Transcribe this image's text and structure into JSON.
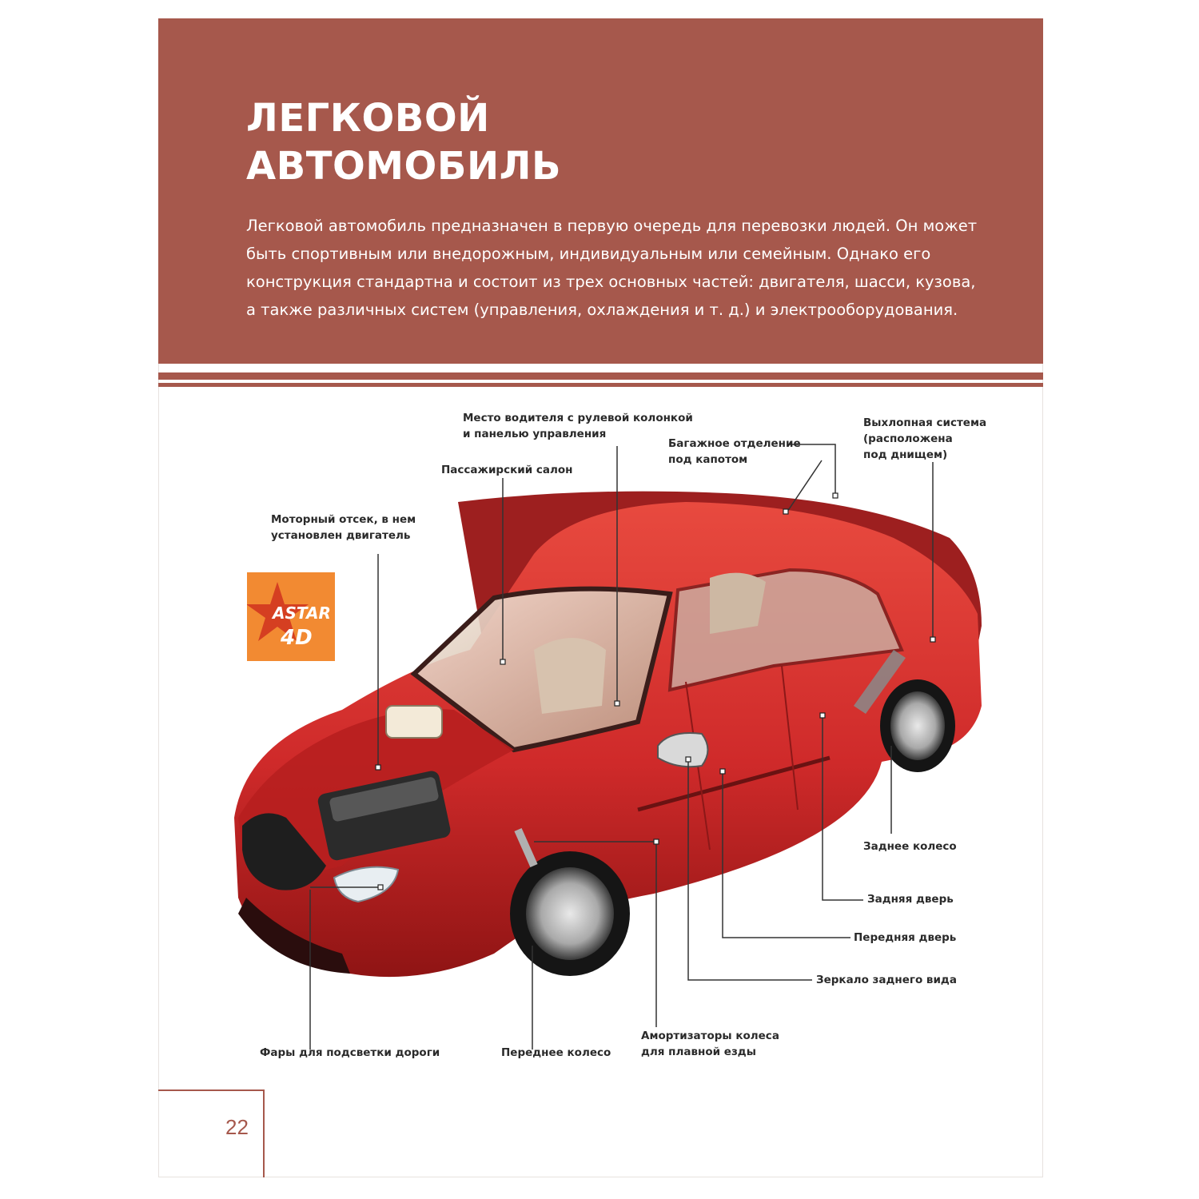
{
  "title_lines": [
    "ЛЕГКОВОЙ",
    "АВТОМОБИЛЬ"
  ],
  "intro": "Легковой автомобиль предназначен в первую очередь для перевозки людей. Он может быть спортивным или внедорожным, индивидуальным или семейным. Однако его конструкция стандартна и состоит из трех основных частей: двигателя, шасси, кузова, а также различных систем (управления, охлаждения и т. д.) и электрооборудования.",
  "labels": {
    "driver_seat": "Место водителя с рулевой колонкой\nи панелью управления",
    "exhaust": "Выхлопная система\n(расположена\nпод днищем)",
    "front_trunk": "Багажное отделение\nпод капотом",
    "cabin": "Пассажирский салон",
    "engine_bay": "Моторный отсек, в нем\nустановлен двигатель",
    "rear_wheel": "Заднее колесо",
    "rear_door": "Задняя дверь",
    "front_door": "Передняя дверь",
    "mirror": "Зеркало заднего вида",
    "headlights": "Фары для подсветки дороги",
    "front_wheel": "Переднее колесо",
    "shock_absorbers": "Амортизаторы колеса\nдля плавной езды"
  },
  "logo": {
    "text_top": "ASTAR",
    "text_bottom": "4D"
  },
  "page_number": "22",
  "colors": {
    "header_band": "#a6584c",
    "car_body": "#d32b2b",
    "logo_bg": "#f28a32"
  }
}
